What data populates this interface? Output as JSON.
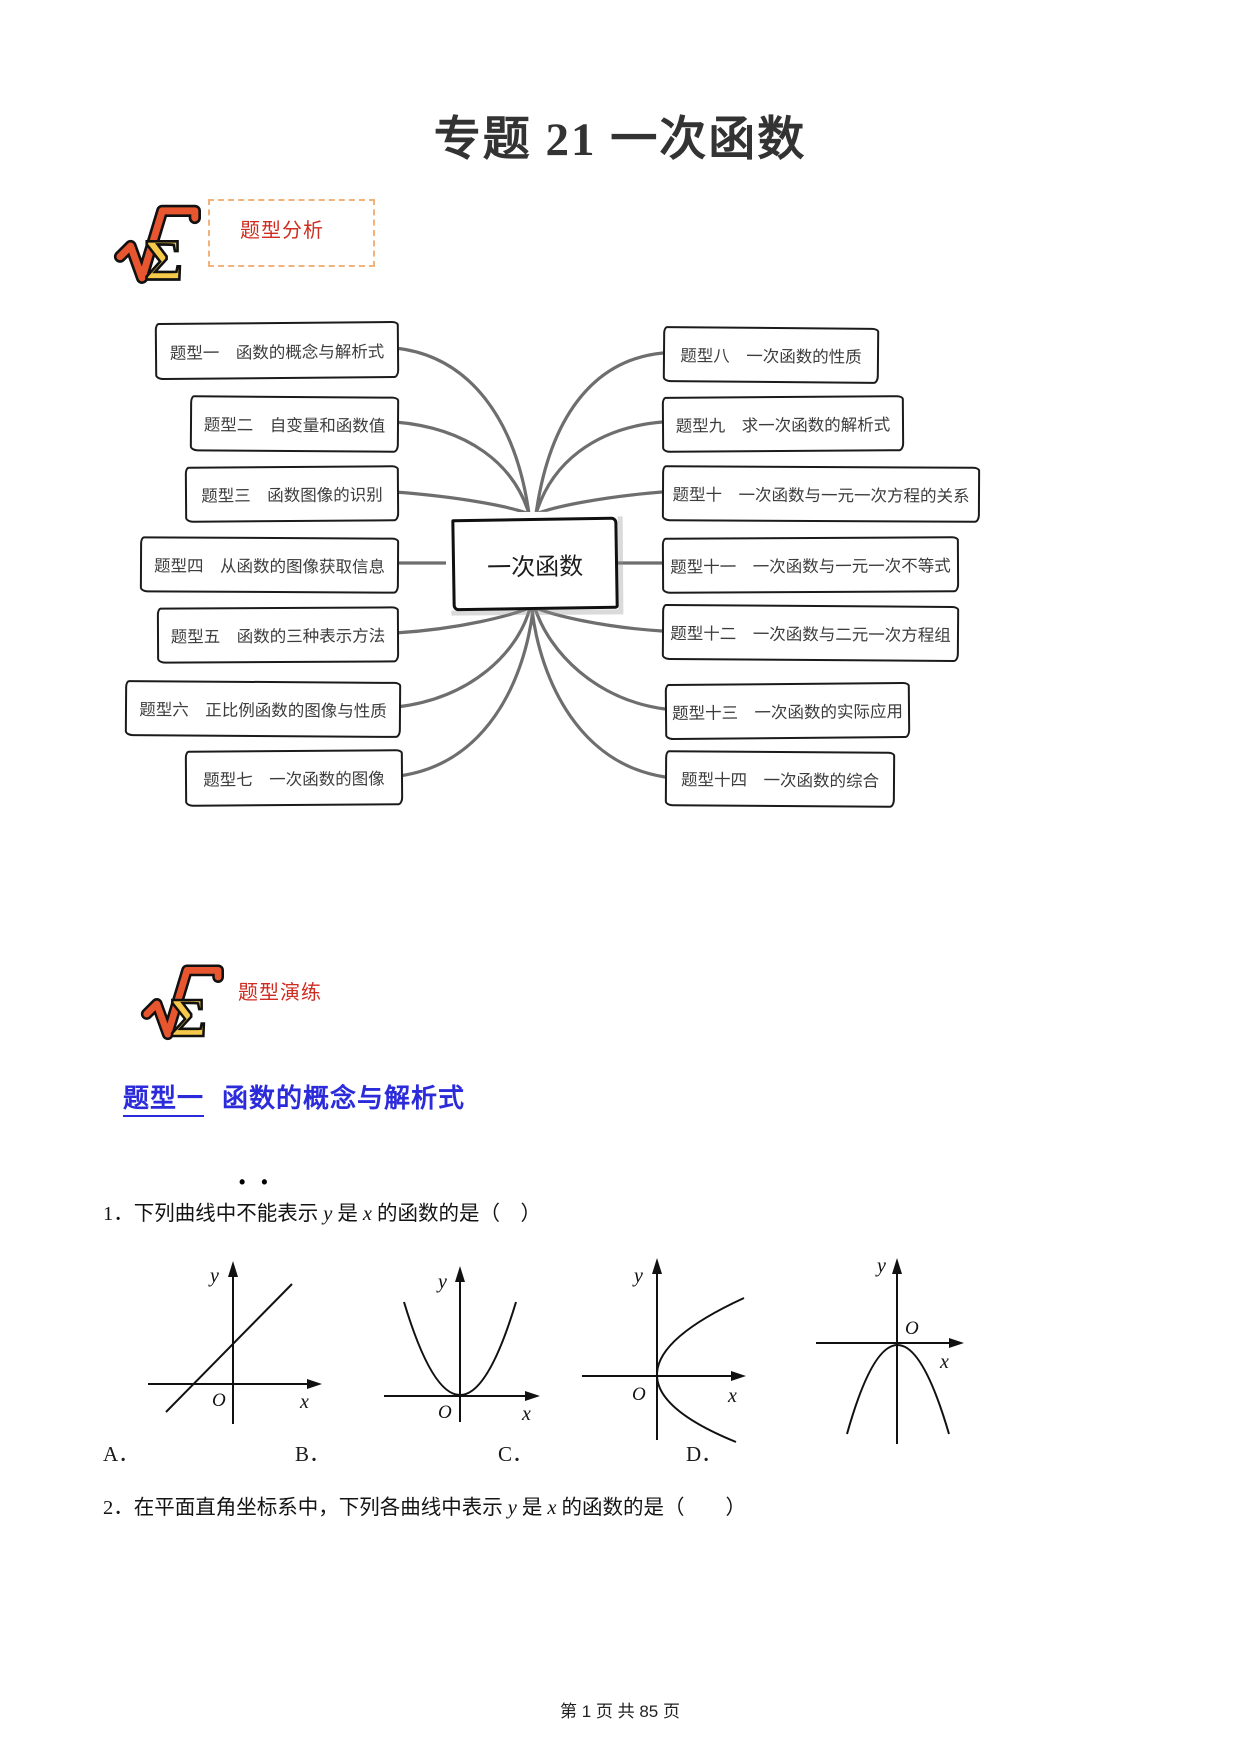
{
  "page": {
    "title": "专题 21 一次函数",
    "footer": "第 1 页 共 85 页"
  },
  "sections": {
    "analysis_label": "题型分析",
    "practice_label": "题型演练"
  },
  "icons": {
    "sqrt_sigma": {
      "name": "sqrt-sigma-icon",
      "glyph": "Σ"
    }
  },
  "colors": {
    "accent_red": "#cf2c22",
    "dashed_border": "#f2b27c",
    "heading_blue": "#2b2bdb",
    "connector_gray": "#6e6e6e"
  },
  "mindmap": {
    "center": "一次函数",
    "left": [
      {
        "label": "题型一　函数的概念与解析式"
      },
      {
        "label": "题型二　自变量和函数值"
      },
      {
        "label": "题型三　函数图像的识别"
      },
      {
        "label": "题型四　从函数的图像获取信息"
      },
      {
        "label": "题型五　函数的三种表示方法"
      },
      {
        "label": "题型六　正比例函数的图像与性质"
      },
      {
        "label": "题型七　一次函数的图像"
      }
    ],
    "right": [
      {
        "label": "题型八　一次函数的性质"
      },
      {
        "label": "题型九　求一次函数的解析式"
      },
      {
        "label": "题型十　一次函数与一元一次方程的关系"
      },
      {
        "label": "题型十一　一次函数与一元一次不等式"
      },
      {
        "label": "题型十二　一次函数与二元一次方程组"
      },
      {
        "label": "题型十三　一次函数的实际应用"
      },
      {
        "label": "题型十四　一次函数的综合"
      }
    ]
  },
  "heading1": {
    "num": "题型一",
    "title": "函数的概念与解析式"
  },
  "q1": {
    "dots": "••",
    "p1": "1．下列曲线中不能表示",
    "v1": "y",
    "p2": "是",
    "v2": "x",
    "p3": "的函数的是（　）"
  },
  "q2": {
    "p1": "2．在平面直角坐标系中，下列各曲线中表示",
    "v1": "y",
    "p2": "是",
    "v2": "x",
    "p3": "的函数的是（　　）"
  },
  "options": {
    "a": "A．",
    "b": "B．",
    "c": "C．",
    "d": "D．"
  },
  "graph_labels": {
    "y": "y",
    "x": "x",
    "o": "O"
  }
}
